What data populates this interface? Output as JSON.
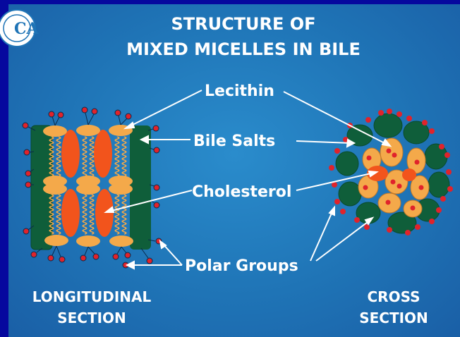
{
  "title": {
    "line1": "STRUCTURE  OF",
    "line2": "MIXED  MICELLES  IN  BILE"
  },
  "logo": {
    "text": "CA"
  },
  "labels": {
    "lecithin": "Lecithin",
    "bile_salts": "Bile  Salts",
    "cholesterol": "Cholesterol",
    "polar_groups": "Polar  Groups"
  },
  "sections": {
    "longitudinal_line1": "LONGITUDINAL",
    "longitudinal_line2": "SECTION",
    "cross_line1": "CROSS",
    "cross_line2": "SECTION"
  },
  "colors": {
    "background": "#1f74b6",
    "bile_salt": "#0f5e3a",
    "lecithin": "#f4a94a",
    "cholesterol": "#f2541c",
    "polar_group": "#e0232b"
  }
}
